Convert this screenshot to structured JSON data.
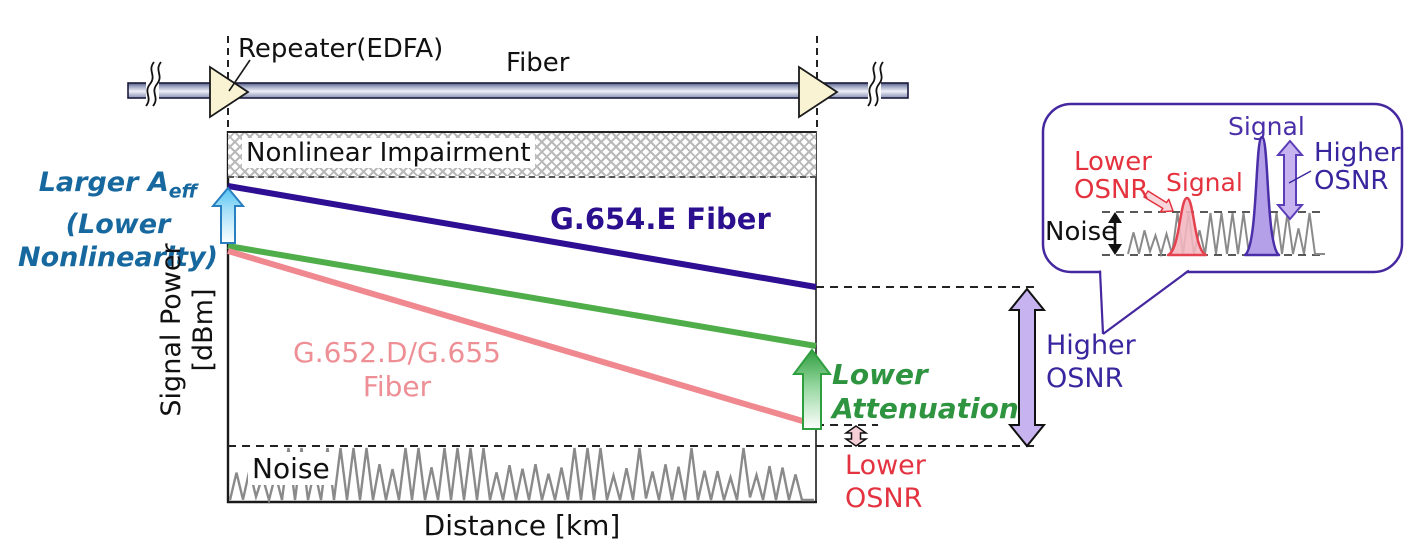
{
  "figure": {
    "top_illustration": {
      "repeater_label": "Repeater(EDFA)",
      "fiber_label": "Fiber"
    },
    "plot": {
      "nonlinear_region_label": "Nonlinear Impairment",
      "noise_region_label": "Noise",
      "xlabel": "Distance [km]",
      "ylabel_line1": "Signal Power",
      "ylabel_line2": "[dBm]",
      "series": {
        "g654e": {
          "label": "G.654.E Fiber",
          "color": "#2b0f8e"
        },
        "g652d_g655": {
          "label_line1": "G.652.D/G.655",
          "label_line2": "Fiber",
          "color": "#ee8f96"
        },
        "lower_attenuation_line_color": "#4fae4a"
      }
    },
    "annotations": {
      "larger_aeff": {
        "main": "Larger A",
        "sub": "eff",
        "line2": "(Lower",
        "line3": "Nonlinearity)",
        "color": "#17689f"
      },
      "lower_attenuation": {
        "line1": "Lower",
        "line2": "Attenuation",
        "color": "#2e9440"
      },
      "higher_osnr": {
        "line1": "Higher",
        "line2": "OSNR",
        "color": "#38269e"
      },
      "lower_osnr": {
        "line1": "Lower",
        "line2": "OSNR",
        "color": "#e43340"
      }
    },
    "bubble": {
      "signal_high_label": "Signal",
      "signal_low_label": "Signal",
      "noise_label": "Noise",
      "higher_osnr": {
        "line1": "Higher",
        "line2": "OSNR"
      },
      "lower_osnr": {
        "line1": "Lower",
        "line2": "OSNR"
      },
      "border_color": "#4527a0"
    }
  }
}
